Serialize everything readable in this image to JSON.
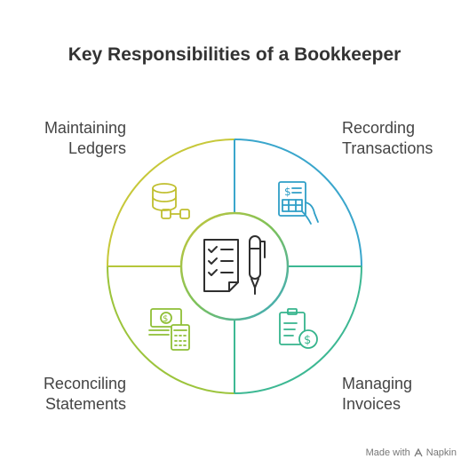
{
  "title": "Key Responsibilities of a Bookkeeper",
  "quadrants": [
    {
      "id": "maintaining-ledgers",
      "lines": [
        "Maintaining",
        "Ledgers"
      ],
      "icon": "database-link-icon",
      "color": "#c7c83a"
    },
    {
      "id": "recording-transactions",
      "lines": [
        "Recording",
        "Transactions"
      ],
      "icon": "receipt-hand-icon",
      "color": "#3aa6cc"
    },
    {
      "id": "managing-invoices",
      "lines": [
        "Managing",
        "Invoices"
      ],
      "icon": "invoice-dollar-icon",
      "color": "#3db893"
    },
    {
      "id": "reconciling-statements",
      "lines": [
        "Reconciling",
        "Statements"
      ],
      "icon": "cash-calculator-icon",
      "color": "#9cc43c"
    }
  ],
  "center": {
    "icon": "checklist-pen-icon"
  },
  "colors": {
    "outline": "#2f2f2f",
    "title": "#333333",
    "text": "#444444"
  },
  "footer": {
    "prefix": "Made with",
    "brand": "Napkin"
  }
}
